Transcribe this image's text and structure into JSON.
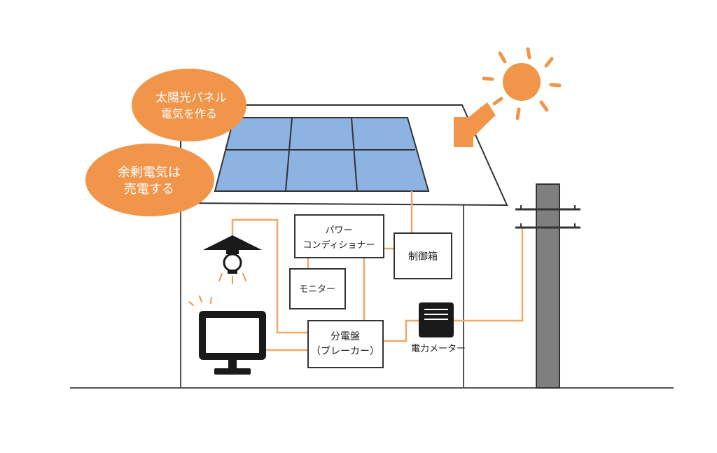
{
  "callouts": {
    "panel": {
      "line1": "太陽光パネル",
      "line2": "電気を作る"
    },
    "surplus": {
      "line1": "余剰電気は",
      "line2": "売電する"
    }
  },
  "boxes": {
    "power_conditioner": {
      "line1": "パワー",
      "line2": "コンディショナー"
    },
    "control_box": "制御箱",
    "monitor": "モニター",
    "breaker": {
      "line1": "分電盤",
      "line2": "（ブレーカー）"
    }
  },
  "meter_label": "電力メーター",
  "colors": {
    "accent": "#F0954A",
    "panel_fill": "#8DB3E2",
    "wire": "#F0A868",
    "outline": "#333333",
    "pole": "#7F7F7F",
    "dark": "#1A1A1A"
  },
  "icons": [
    "sun-icon",
    "arrow-icon",
    "lamp-icon",
    "tv-icon",
    "meter-icon",
    "utility-pole-icon"
  ]
}
